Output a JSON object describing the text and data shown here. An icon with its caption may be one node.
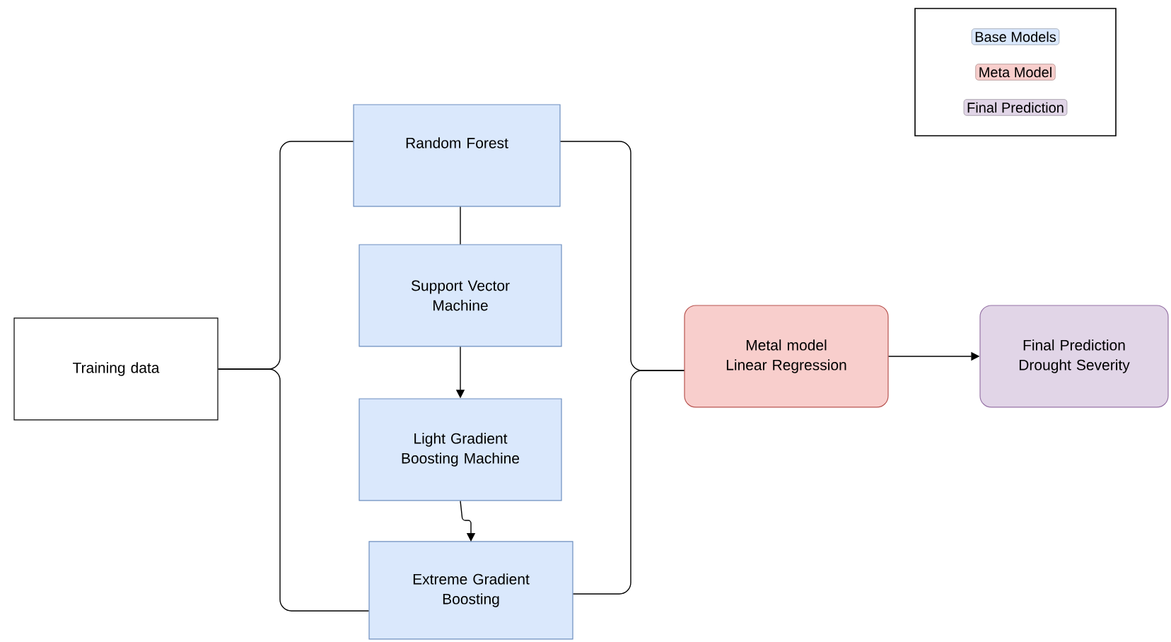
{
  "diagram": {
    "nodes": [
      {
        "text": [
          "Training data"
        ]
      },
      {
        "text": [
          "Random Forest"
        ]
      },
      {
        "text": [
          "Support Vector Machine"
        ]
      },
      {
        "text": [
          "Light Gradient Boosting Machine"
        ]
      },
      {
        "text": [
          "Extreme Gradient Boosting"
        ]
      },
      {
        "text": [
          "Metal model Linear Regression"
        ]
      },
      {
        "text": [
          "Final Prediction Drought Severity"
        ]
      }
    ],
    "edges": [
      {
        "from": 0,
        "to": 1,
        "arrow": "none"
      },
      {
        "from": 0,
        "to": 4,
        "arrow": "none"
      },
      {
        "from": 1,
        "to": 2,
        "arrow": "none"
      },
      {
        "from": 2,
        "to": 3,
        "arrow": "to"
      },
      {
        "from": 3,
        "to": 4,
        "arrow": "to"
      },
      {
        "from": 1,
        "to": 5,
        "arrow": "none"
      },
      {
        "from": 4,
        "to": 5,
        "arrow": "none"
      },
      {
        "from": 5,
        "to": 6,
        "arrow": "to"
      }
    ],
    "legend": [
      {
        "text": "Base Models",
        "color": "#dae8fc"
      },
      {
        "text": "Meta Model",
        "color": "#f8cecc"
      },
      {
        "text": "Final Prediction",
        "color": "#e1d5e7"
      }
    ]
  }
}
